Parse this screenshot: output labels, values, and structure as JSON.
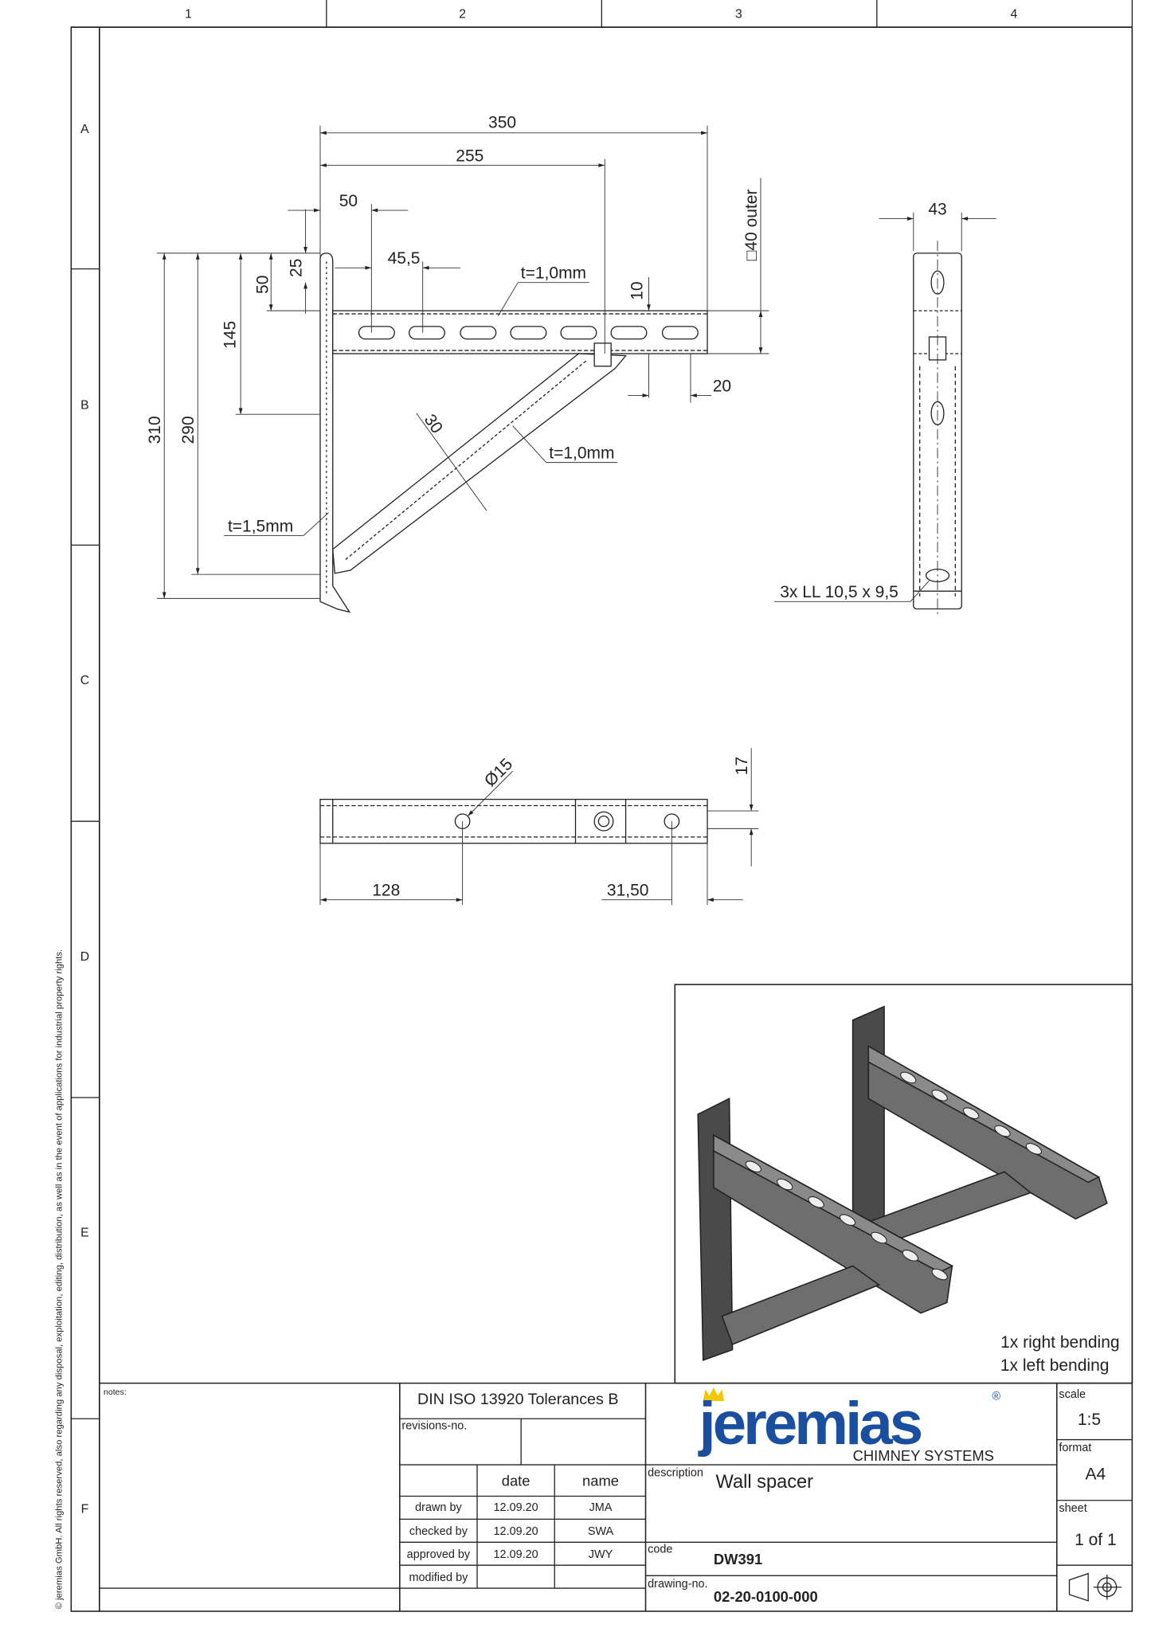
{
  "frame": {
    "columns": [
      "1",
      "2",
      "3",
      "4"
    ],
    "rows": [
      "A",
      "B",
      "C",
      "D",
      "E",
      "F"
    ],
    "copyright": "© jeremias GmbH. All rights reserved, also regarding any disposal, exploitation, editing, distribution, as well as in the event of applications for industrial property rights."
  },
  "side_view": {
    "dim_350": "350",
    "dim_255": "255",
    "dim_50_h": "50",
    "dim_45_5": "45,5",
    "dim_310": "310",
    "dim_290": "290",
    "dim_145": "145",
    "dim_50_v": "50",
    "dim_25": "25",
    "dim_10": "10",
    "dim_40_outer": "□40 outer",
    "dim_20": "20",
    "dim_30": "30",
    "thickness_arm": "t=1,0mm",
    "thickness_strut": "t=1,0mm",
    "thickness_rail": "t=1,5mm"
  },
  "end_view": {
    "dim_43": "43",
    "holes_note": "3x LL 10,5 x 9,5"
  },
  "top_view": {
    "dim_diameter": "Ø15",
    "dim_17": "17",
    "dim_128": "128",
    "dim_31_50": "31,50"
  },
  "iso_view": {
    "note_right": "1x right bending",
    "note_left": "1x left bending"
  },
  "title_block": {
    "notes_label": "notes:",
    "tolerances": "DIN ISO 13920 Tolerances B",
    "revisions_label": "revisions-no.",
    "table_headers": [
      "",
      "date",
      "name"
    ],
    "table_rows": [
      {
        "role": "drawn by",
        "date": "12.09.20",
        "name": "JMA"
      },
      {
        "role": "checked by",
        "date": "12.09.20",
        "name": "SWA"
      },
      {
        "role": "approved by",
        "date": "12.09.20",
        "name": "JWY"
      },
      {
        "role": "modified by",
        "date": "",
        "name": ""
      }
    ],
    "logo_text": "jeremias",
    "logo_sub": "CHIMNEY SYSTEMS",
    "logo_reg": "®",
    "description_label": "description",
    "description": "Wall spacer",
    "code_label": "code",
    "code": "DW391",
    "drawing_no_label": "drawing-no.",
    "drawing_no": "02-20-0100-000",
    "scale_label": "scale",
    "scale": "1:5",
    "format_label": "format",
    "format": "A4",
    "sheet_label": "sheet",
    "sheet": "1 of 1",
    "brand_blue": "#1a4fa0",
    "crown_yellow": "#f2c800"
  }
}
